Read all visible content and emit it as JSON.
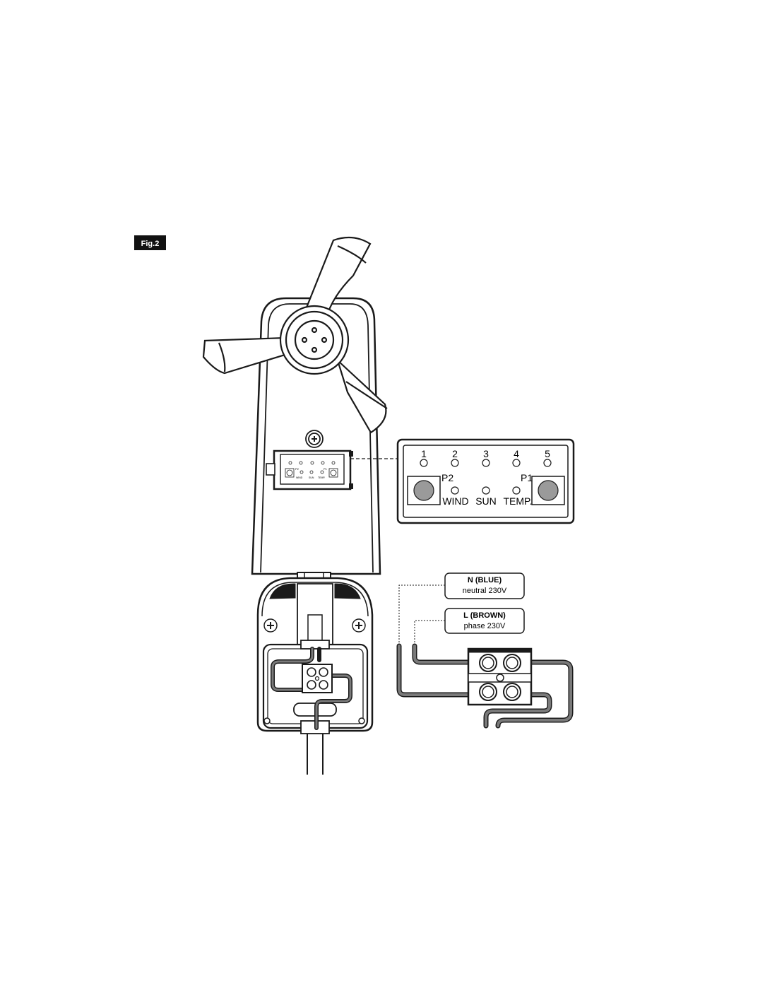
{
  "figure": {
    "tag": "Fig.2"
  },
  "panel": {
    "leds": [
      "1",
      "2",
      "3",
      "4",
      "5"
    ],
    "button_left": "P2",
    "button_right": "P1",
    "indicators": [
      "WIND",
      "SUN",
      "TEMP."
    ]
  },
  "panel_small": {
    "button_left": "P2",
    "button_right": "P1",
    "indicators": [
      "WIND",
      "SUN",
      "TEMP."
    ]
  },
  "wiring": {
    "neutral": {
      "title": "N (BLUE)",
      "desc": "neutral 230V"
    },
    "phase": {
      "title": "L (BROWN)",
      "desc": "phase 230V"
    }
  },
  "colors": {
    "line": "#1a1a1a",
    "wire_grey": "#6e6e6e",
    "button_fill": "#9a9a9a",
    "tag_bg": "#111111"
  },
  "icons": [
    "screw-icon",
    "led-icon",
    "fan-icon",
    "terminal-block-icon"
  ]
}
